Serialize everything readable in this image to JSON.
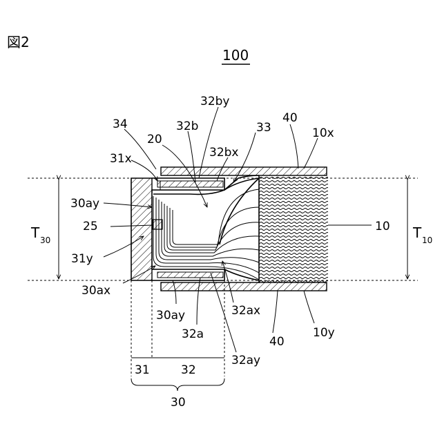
{
  "figure": {
    "fig_label": "図2",
    "assembly_label": "100",
    "labels": {
      "l32by": "32by",
      "l34": "34",
      "l32b": "32b",
      "l33": "33",
      "l40top": "40",
      "l10x": "10x",
      "l20": "20",
      "l32bx": "32bx",
      "l31x": "31x",
      "l30ay_top": "30ay",
      "l25": "25",
      "l31y": "31y",
      "l10": "10",
      "l30ax": "30ax",
      "l30ay_bot": "30ay",
      "l32a": "32a",
      "l32ax": "32ax",
      "l40bot": "40",
      "l10y": "10y",
      "l32ay": "32ay",
      "l31": "31",
      "l32": "32",
      "l30": "30"
    },
    "t30": {
      "base": "T",
      "sub": "30"
    },
    "t10": {
      "base": "T",
      "sub": "10"
    }
  }
}
